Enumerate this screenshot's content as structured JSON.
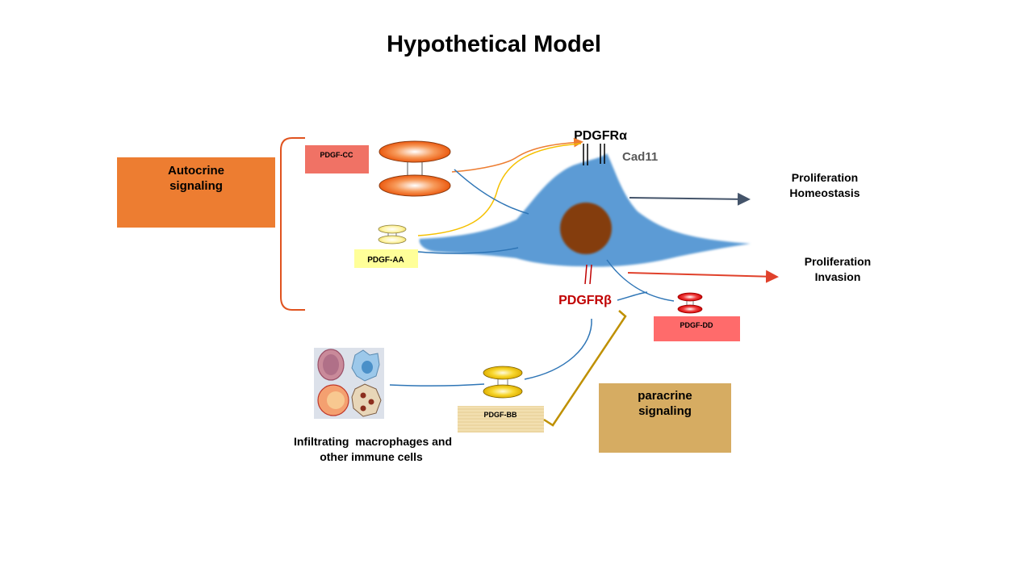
{
  "title": "Hypothetical Model",
  "boxes": {
    "autocrine": {
      "line1": "Autocrine",
      "line2": "signaling",
      "color": "#ED7D31"
    },
    "paracrine": {
      "line1": "paracrine",
      "line2": "signaling",
      "color": "#D6AC62"
    }
  },
  "ligands": {
    "cc": {
      "label": "PDGF-CC",
      "color": "#F07265"
    },
    "aa": {
      "label": "PDGF-AA",
      "color": "#FFFF99"
    },
    "dd": {
      "label": "PDGF-DD",
      "color": "#FF6B6B"
    },
    "bb": {
      "label": "PDGF-BB",
      "color": "#F2DFB0"
    }
  },
  "receptors": {
    "alpha": {
      "label": "PDGFRα",
      "color": "#000000"
    },
    "beta": {
      "label": "PDGFRβ",
      "color": "#C00000"
    },
    "cad11": {
      "label": "Cad11",
      "color": "#595959"
    }
  },
  "outcomes": {
    "top": {
      "line1": "Proliferation",
      "line2": "Homeostasis",
      "arrow_color": "#44546A"
    },
    "bottom": {
      "line1": "Proliferation",
      "line2": "Invasion",
      "arrow_color": "#E0412B"
    }
  },
  "immune": {
    "line1": "Infiltrating  macrophages and",
    "line2": "other immune cells"
  },
  "colors": {
    "cell": "#5B9BD5",
    "nucleus": "#843C0C",
    "bracket": "#E0531F",
    "blue_line": "#2E75B6",
    "orange_line": "#ED7D31",
    "yellow_line": "#F5C000",
    "gold_line": "#BF9000"
  }
}
